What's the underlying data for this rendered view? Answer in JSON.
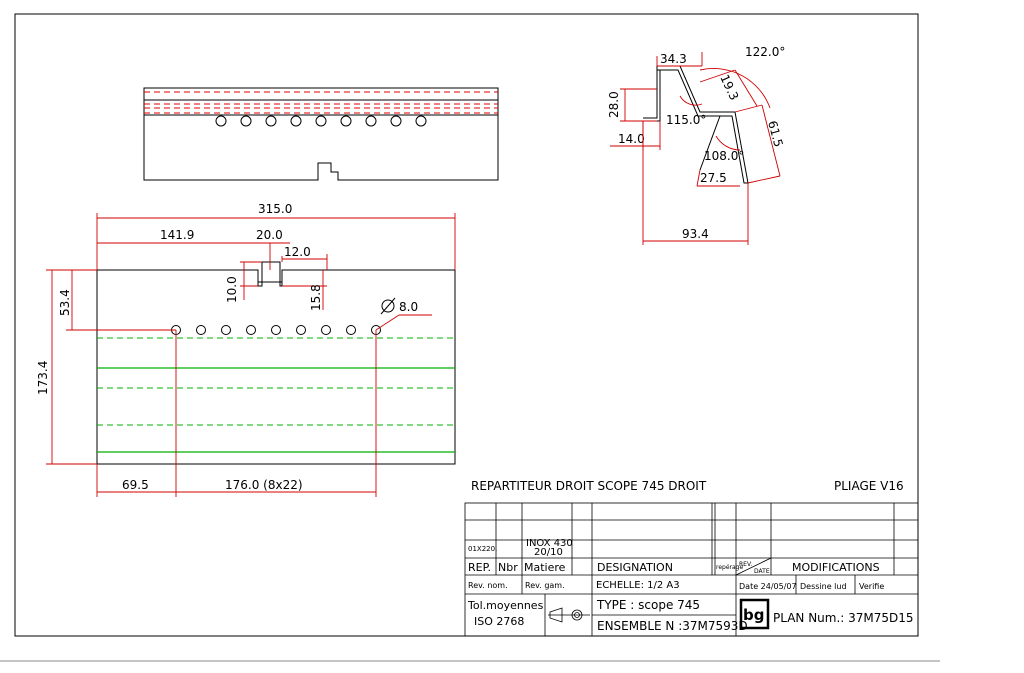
{
  "dimensions": {
    "width_total": "315.0",
    "offset_slot": "141.9",
    "slot_width": "20.0",
    "slot_step": "12.0",
    "slot_depth": "10.0",
    "slot_depth2": "15.8",
    "hole_height": "53.4",
    "total_height": "173.4",
    "hole_diameter": "8.0",
    "hole_offset": "69.5",
    "hole_pitch": "176.0 (8x22)"
  },
  "profile": {
    "top_flange": "34.3",
    "angle_top": "122.0°",
    "segment_193": "19.3",
    "height_280": "28.0",
    "angle_115": "115.0°",
    "flange_140": "14.0",
    "segment_615": "61.5",
    "angle_108": "108.0°",
    "segment_275": "27.5",
    "width_934": "93.4"
  },
  "title_block": {
    "part_title": "REPARTITEUR DROIT SCOPE 745 DROIT",
    "bending": "PLIAGE V16",
    "qty_code": "01X220.",
    "material_line1": "INOX 430",
    "material_line2": "20/10",
    "rep": "REP.",
    "nbr": "Nbr",
    "matiere": "Matiere",
    "designation": "DESIGNATION",
    "reperage": "repérage",
    "rev_label": "REV.",
    "date_label": "DATE",
    "modifications": "MODIFICATIONS",
    "rev_nom": "Rev. nom.",
    "rev_gam": "Rev. gam.",
    "echelle": "ECHELLE:  1/2   A3",
    "date_value": "Date 24/05/07",
    "dessine": "Dessine lud",
    "verifie": "Verifie",
    "tol_line1": "Tol.moyennes",
    "tol_line2": "ISO 2768",
    "type": "TYPE : scope 745",
    "ensemble": "ENSEMBLE N :37M7593D",
    "logo": "bg",
    "plan_num": "PLAN Num.:  37M75D15"
  }
}
